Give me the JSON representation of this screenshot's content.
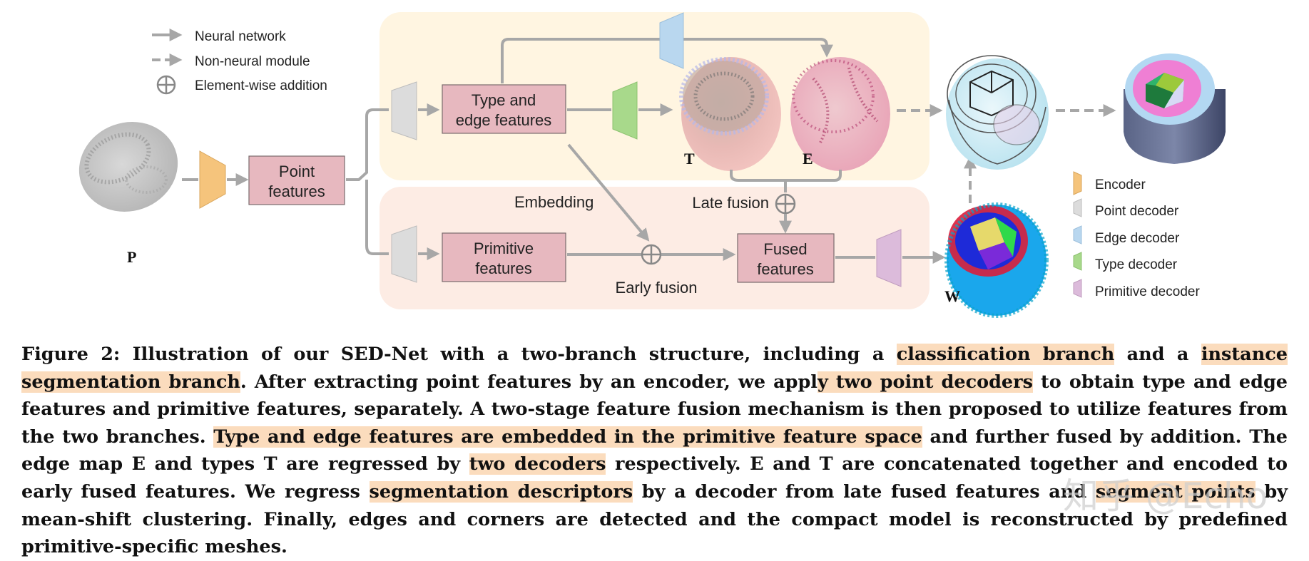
{
  "legend_top": {
    "items": [
      {
        "label": "Neural network"
      },
      {
        "label": "Non-neural module"
      },
      {
        "label": "Element-wise  addition"
      }
    ]
  },
  "legend_right": {
    "items": [
      {
        "label": "Encoder",
        "color": "#f5c47c"
      },
      {
        "label": "Point decoder",
        "color": "#dcdcdc"
      },
      {
        "label": "Edge decoder",
        "color": "#b9d7ef"
      },
      {
        "label": "Type decoder",
        "color": "#a8d98b"
      },
      {
        "label": "Primitive decoder",
        "color": "#dcbbdb"
      }
    ]
  },
  "colors": {
    "top_branch_bg": "#fff5e1",
    "bottom_branch_bg": "#fdece4",
    "feature_box_fill": "#e7b8bf",
    "feature_box_stroke": "#7a6b6d",
    "arrow": "#a7a7a7",
    "highlight": "#fbdcbd"
  },
  "nodes": {
    "point_features": [
      "Point",
      "features"
    ],
    "type_edge_features": [
      "Type and",
      "edge features"
    ],
    "primitive_features": [
      "Primitive",
      "features"
    ],
    "fused_features": [
      "Fused",
      "features"
    ]
  },
  "labels": {
    "embedding": "Embedding",
    "late_fusion": "Late fusion",
    "early_fusion": "Early fusion",
    "P": "P",
    "T": "T",
    "E": "E",
    "W": "W"
  },
  "caption": {
    "segments": [
      {
        "text": "Figure 2:  Illustration of our SED-Net with a two-branch structure, including a ",
        "hl": false
      },
      {
        "text": "classification branch",
        "hl": true
      },
      {
        "text": " and a ",
        "hl": false
      },
      {
        "text": "instance segmentation branch",
        "hl": true
      },
      {
        "text": ". After extracting point features by an encoder, we appl",
        "hl": false
      },
      {
        "text": "y two point decoders",
        "hl": true
      },
      {
        "text": " to obtain type and edge features and primitive features, separately. A two-stage feature fusion mechanism is then proposed to utilize features from the two branches. ",
        "hl": false
      },
      {
        "text": "Type and edge features are embedded in the primitive feature space",
        "hl": true
      },
      {
        "text": " and further fused by addition. The edge map E and types T are regressed by ",
        "hl": false
      },
      {
        "text": "two decoders",
        "hl": true
      },
      {
        "text": " respectively. E and T are concatenated together and encoded to early fused features. We regress ",
        "hl": false
      },
      {
        "text": "segmentation descriptors",
        "hl": true
      },
      {
        "text": " by a decoder from late fused features and ",
        "hl": false
      },
      {
        "text": "segment points",
        "hl": true
      },
      {
        "text": " by mean-shift clustering. Finally, edges and corners are detected and the compact model is reconstructed by predefined primitive-specific meshes.",
        "hl": false
      }
    ]
  },
  "watermark": "知乎 @Echo"
}
